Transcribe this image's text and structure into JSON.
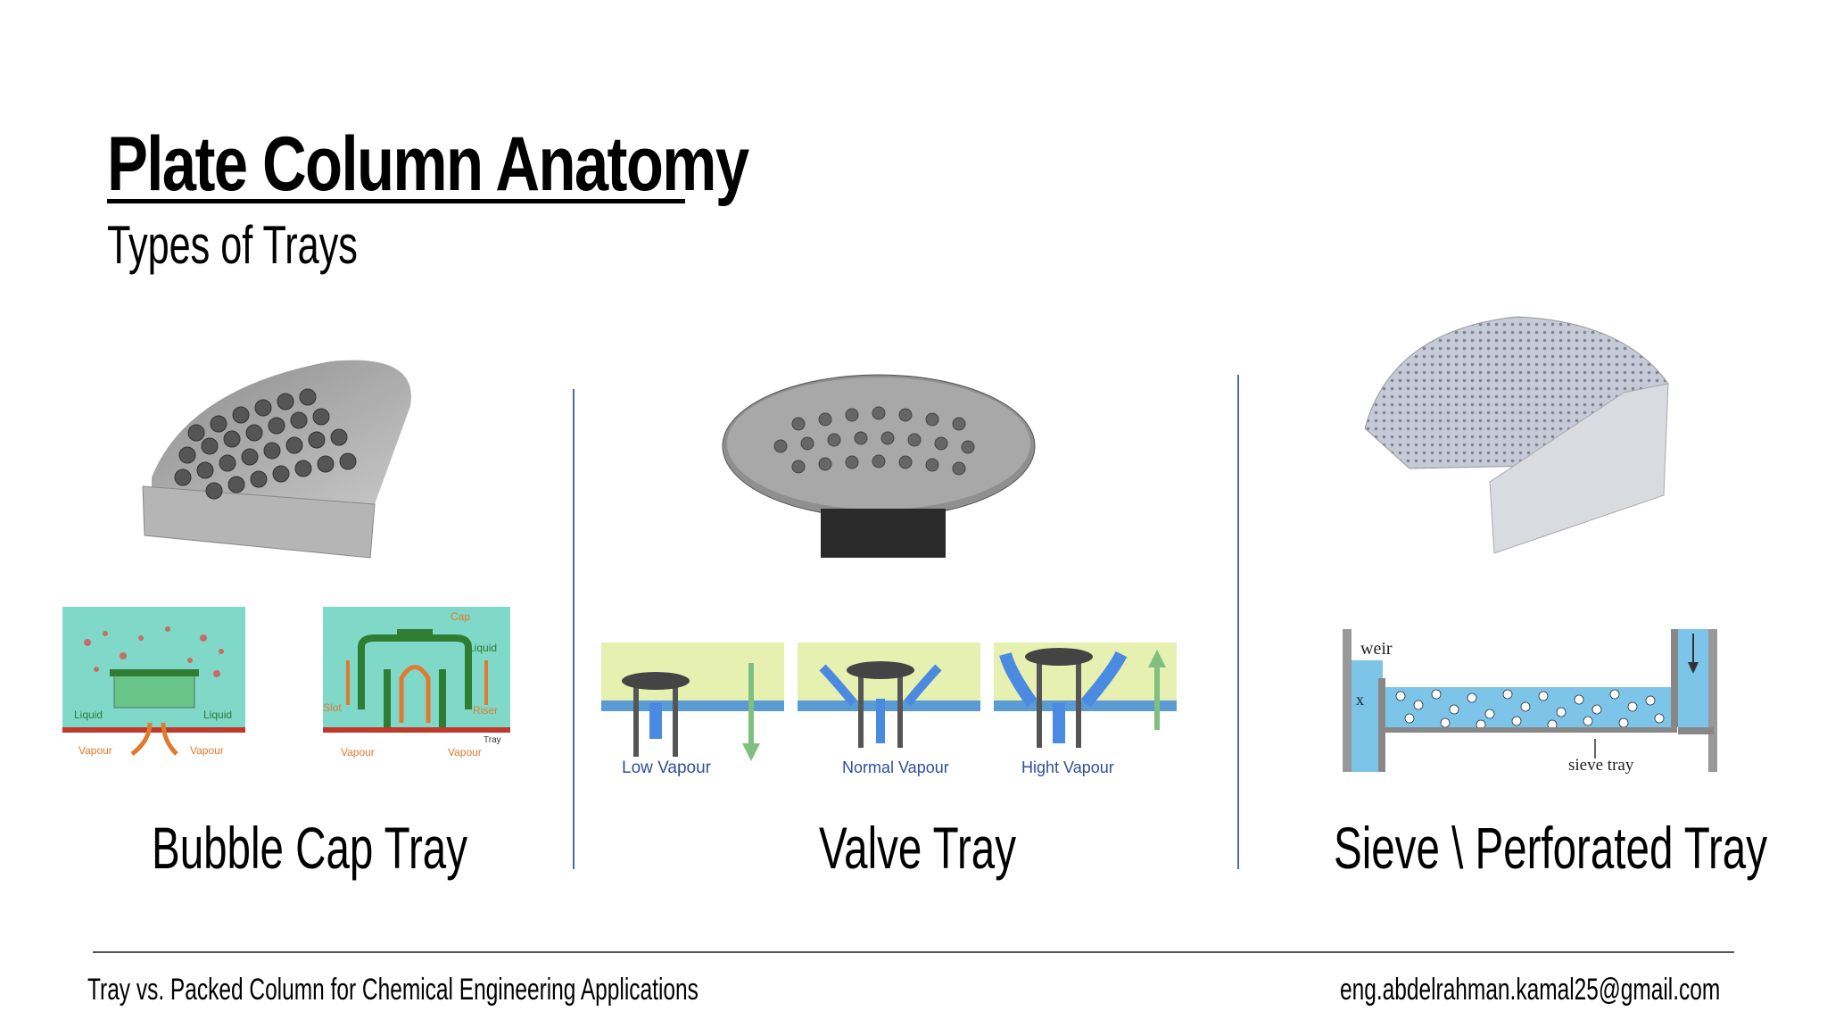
{
  "header": {
    "title": "Plate Column Anatomy",
    "subtitle": "Types of Trays"
  },
  "trays": {
    "bubble_cap": {
      "label": "Bubble Cap Tray",
      "diagram_labels": {
        "vapour_left": "Vapour",
        "vapour_right": "Vapour",
        "liquid_left": "Liquid",
        "liquid_right": "Liquid",
        "cap": "Cap",
        "liquid": "Liquid",
        "slot": "Slot",
        "riser": "Riser",
        "tray": "Tray",
        "vapour_2_left": "Vapour",
        "vapour_2_right": "Vapour"
      }
    },
    "valve": {
      "label": "Valve Tray",
      "captions": [
        "Low Vapour",
        "Normal Vapour",
        "Hight Vapour"
      ]
    },
    "sieve": {
      "label": "Sieve \\ Perforated Tray",
      "diagram_labels": {
        "weir": "weir",
        "x": "x",
        "sieve_tray": "sieve tray"
      }
    }
  },
  "footer": {
    "left": "Tray vs. Packed Column for Chemical Engineering Applications",
    "right": "eng.abdelrahman.kamal25@gmail.com"
  },
  "colors": {
    "separator": "#4a6fa5",
    "liquid_teal": "#7fd8c8",
    "liquid_yellow": "#e6f0b0",
    "vapour_orange": "#e07a2e",
    "arrow_blue": "#4a8ae0",
    "metal": "#9a9a9a"
  }
}
